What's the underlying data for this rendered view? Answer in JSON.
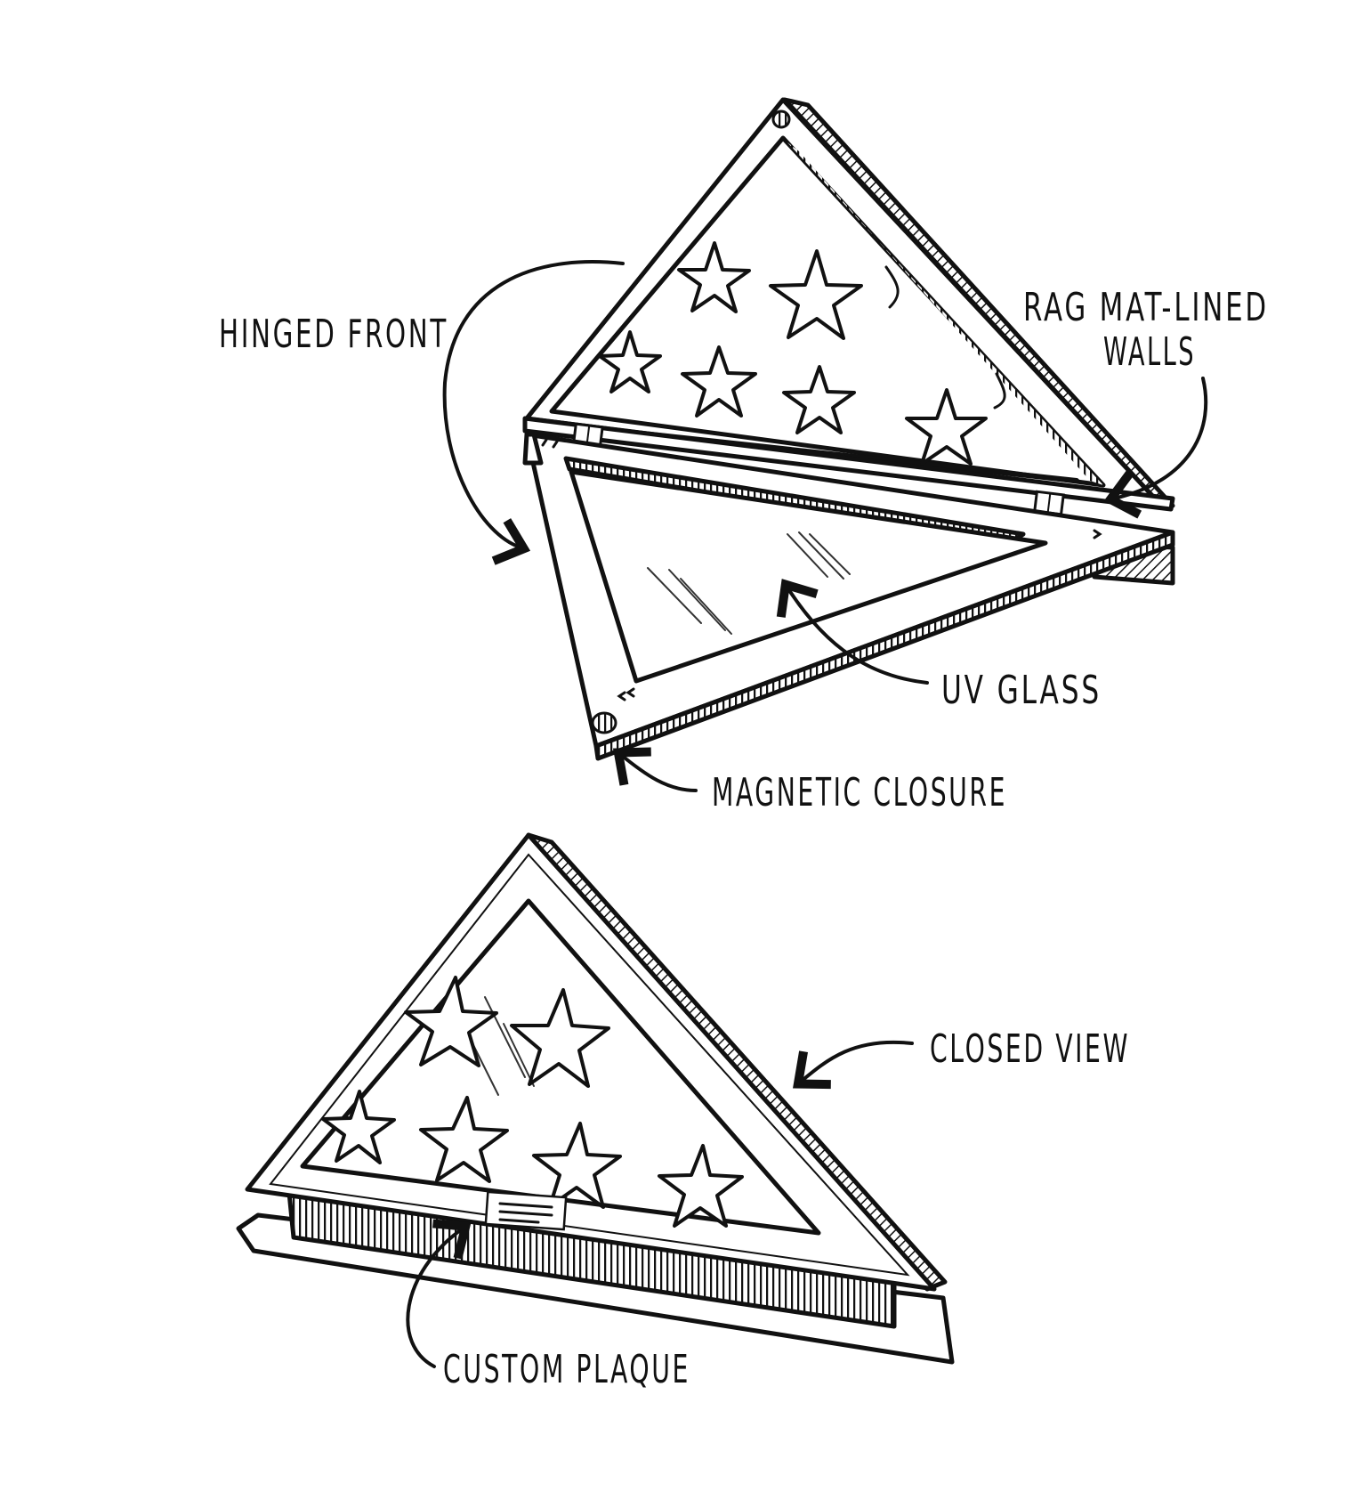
{
  "callouts": {
    "hinged_front": "HINGED FRONT",
    "rag_mat_line1": "RAG MAT-LINED",
    "rag_mat_line2": "WALLS",
    "uv_glass": "UV GLASS",
    "magnetic_closure": "MAGNETIC CLOSURE",
    "closed_view": "CLOSED VIEW",
    "custom_plaque": "CUSTOM PLAQUE"
  },
  "colors": {
    "ink": "#111111",
    "paper": "#ffffff",
    "wood_hatch": "#111111"
  },
  "icons": {
    "star": "star-icon",
    "hinge": "hinge-icon",
    "magnet": "magnet-icon",
    "plaque": "plaque-icon"
  }
}
